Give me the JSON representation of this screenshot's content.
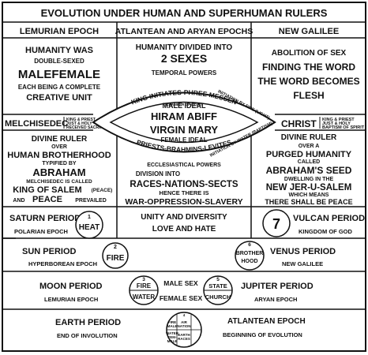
{
  "title": "EVOLUTION UNDER HUMAN AND SUPERHUMAN RULERS",
  "columns": {
    "left": "LEMURIAN EPOCH",
    "middle": "ATLANTEAN AND ARYAN EPOCHS",
    "right": "NEW GALILEE"
  },
  "left_top": {
    "line1": "HUMANITY WAS",
    "line2": "DOUBLE-SEXED",
    "line3": "MALEFEMALE",
    "line4": "EACH BEING A COMPLETE",
    "line5": "CREATIVE UNIT"
  },
  "middle_top": {
    "line1": "HUMANITY DIVIDED INTO",
    "line2": "2 SEXES",
    "line3": "TEMPORAL POWERS"
  },
  "right_top": {
    "line1": "ABOLITION OF SEX",
    "line2": "FINDING THE WORD",
    "line3": "THE WORD BECOMES",
    "line4": "FLESH"
  },
  "melchisedec": {
    "name": "MELCHISEDEC",
    "note1": "KING & PRIEST",
    "note2": "JUST & HOLY",
    "note3": "RECEIVED SACRIFICE"
  },
  "christ": {
    "name": "CHRIST",
    "note1": "KING & PRIEST",
    "note2": "JUST & HOLY",
    "note3": "BAPTISM OF SPIRIT"
  },
  "eye": {
    "top_arc": "KING INITIATES-PHREE MESSEN",
    "top_arc_sub": "(CHAMBER OF LIGHT)",
    "right_arc": "INITIATION BY FIRE (LIGHT)",
    "right_arc2": "INITIATION BY WATER (BAPTISM)",
    "male_ideal": "MALE IDEAL",
    "hiram": "HIRAM ABIFF",
    "virgin": "VIRGIN MARY",
    "female_ideal": "FEMALE IDEAL",
    "bottom_arc": "PRIESTS-BRAHMINS-LEVITES",
    "ecclesiastical": "ECCLESIASTICAL POWERS"
  },
  "left_mid": {
    "line1": "DIVINE RULER",
    "line2": "OVER",
    "line3": "HUMAN BROTHERHOOD",
    "line4": "TYPIFIED BY",
    "line5": "ABRAHAM",
    "line6": "MELCHISEDEC IS CALLED",
    "line7": "KING OF SALEM",
    "line7b": "(PEACE)",
    "line8a": "AND",
    "line8b": "PEACE",
    "line8c": "PREVAILED"
  },
  "middle_mid": {
    "line1": "DIVISION INTO",
    "line2": "RACES-NATIONS-SECTS",
    "line3": "HENCE THERE IS",
    "line4": "WAR-OPPRESSION-SLAVERY"
  },
  "right_mid": {
    "line1": "DIVINE RULER",
    "line2": "OVER A",
    "line3": "PURGED HUMANITY",
    "line4": "CALLED",
    "line5": "ABRAHAM'S SEED",
    "line6": "DWELLING IN THE",
    "line7": "NEW JER-U-SALEM",
    "line8": "WHICH MEANS",
    "line9": "THERE SHALL BE PEACE"
  },
  "periods": {
    "saturn": {
      "name": "SATURN PERIOD",
      "sub": "POLARIAN EPOCH",
      "circle_num": "1",
      "circle_word": "HEAT"
    },
    "unity": {
      "line1": "UNITY AND DIVERSITY",
      "line2": "LOVE AND HATE"
    },
    "vulcan": {
      "name": "VULCAN PERIOD",
      "sub": "KINGDOM OF GOD",
      "circle_num": "7"
    },
    "sun": {
      "name": "SUN PERIOD",
      "sub": "HYPERBOREAN EPOCH",
      "circle_num": "2",
      "circle_word": "FIRE"
    },
    "venus": {
      "name": "VENUS PERIOD",
      "sub": "NEW GALILEE",
      "circle_num": "6",
      "circle_word1": "BROTHER",
      "circle_word2": "HOOD"
    },
    "moon": {
      "name": "MOON PERIOD",
      "sub": "LEMURIAN EPOCH",
      "circle_num": "3",
      "circle_word1": "FIRE",
      "circle_word2": "WATER"
    },
    "sexes": {
      "male": "MALE SEX",
      "female": "FEMALE SEX"
    },
    "jupiter": {
      "name": "JUPITER PERIOD",
      "sub": "ARYAN EPOCH",
      "circle_num": "5",
      "circle_word1": "STATE",
      "circle_word2": "CHURCH"
    },
    "earth": {
      "name": "EARTH PERIOD",
      "sub": "END OF INVOLUTION",
      "circle_num": "4"
    },
    "earth_circle": {
      "a1": "FIRE",
      "a2": "MALE",
      "b1": "WATER",
      "b2": "FEM-",
      "b3": "MALE",
      "c1": "AIR",
      "c2": "NATION",
      "d1": "EARTH",
      "d2": "RACES"
    },
    "atlantean": {
      "name": "ATLANTEAN EPOCH",
      "sub": "BEGINNING OF EVOLUTION"
    }
  }
}
